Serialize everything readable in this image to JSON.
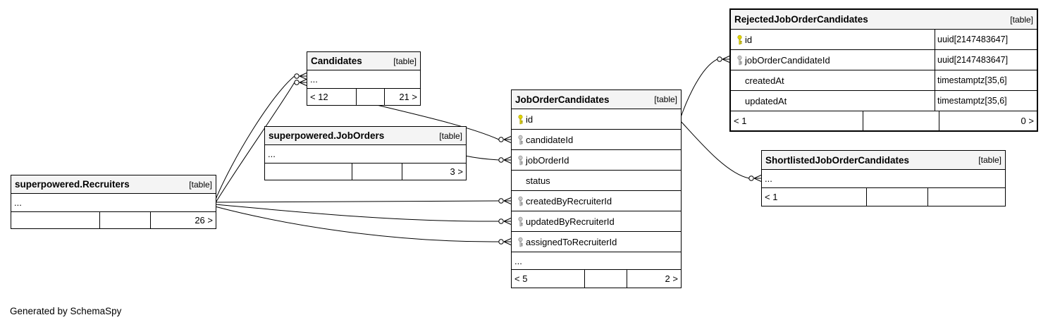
{
  "page": {
    "generator_note": "Generated by SchemaSpy"
  },
  "colors": {
    "border": "#000000",
    "header_bg": "#f4f4f4",
    "primary_key": "#e0d400",
    "foreign_key": "#c8c8c8"
  },
  "tables": {
    "candidates": {
      "name": "Candidates",
      "badge": "[table]",
      "ellipsis": "...",
      "footer": {
        "left": "< 12",
        "mid": "",
        "right": "21 >"
      }
    },
    "job_orders": {
      "name": "superpowered.JobOrders",
      "badge": "[table]",
      "ellipsis": "...",
      "footer": {
        "left": "",
        "mid": "",
        "right": "3 >"
      }
    },
    "recruiters": {
      "name": "superpowered.Recruiters",
      "badge": "[table]",
      "ellipsis": "...",
      "footer": {
        "left": "",
        "mid": "",
        "right": "26 >"
      }
    },
    "job_order_candidates": {
      "name": "JobOrderCandidates",
      "badge": "[table]",
      "columns": [
        {
          "name": "id",
          "key": "primary"
        },
        {
          "name": "candidateId",
          "key": "foreign"
        },
        {
          "name": "jobOrderId",
          "key": "foreign"
        },
        {
          "name": "status",
          "key": "none"
        },
        {
          "name": "createdByRecruiterId",
          "key": "foreign"
        },
        {
          "name": "updatedByRecruiterId",
          "key": "foreign"
        },
        {
          "name": "assignedToRecruiterId",
          "key": "foreign"
        }
      ],
      "ellipsis": "...",
      "footer": {
        "left": "< 5",
        "mid": "",
        "right": "2 >"
      }
    },
    "rejected_job_order_candidates": {
      "name": "RejectedJobOrderCandidates",
      "badge": "[table]",
      "columns": [
        {
          "name": "id",
          "key": "primary",
          "type": "uuid[2147483647]"
        },
        {
          "name": "jobOrderCandidateId",
          "key": "foreign",
          "type": "uuid[2147483647]"
        },
        {
          "name": "createdAt",
          "key": "none",
          "type": "timestamptz[35,6]"
        },
        {
          "name": "updatedAt",
          "key": "none",
          "type": "timestamptz[35,6]"
        }
      ],
      "footer": {
        "left": "< 1",
        "mid": "",
        "right": "0 >"
      }
    },
    "shortlisted_job_order_candidates": {
      "name": "ShortlistedJobOrderCandidates",
      "badge": "[table]",
      "ellipsis": "...",
      "footer": {
        "left": "< 1",
        "mid": "",
        "right": ""
      }
    }
  }
}
